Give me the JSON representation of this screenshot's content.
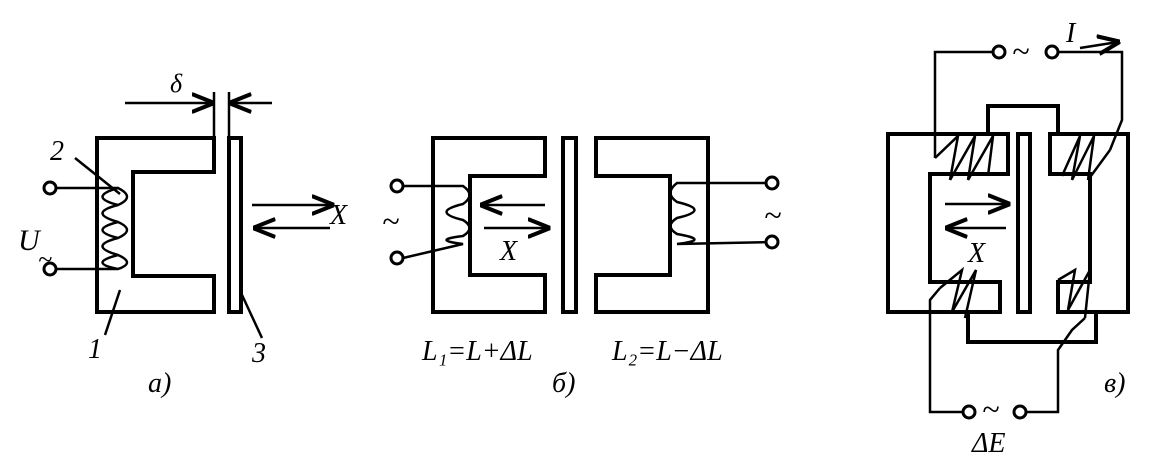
{
  "panel_a": {
    "gap": "δ",
    "source": "U",
    "source_tilde": "~",
    "num_core": "1",
    "num_coil": "2",
    "num_armature": "3",
    "motion": "X",
    "caption": "а)"
  },
  "panel_b": {
    "tilde_left": "~",
    "tilde_right": "~",
    "motion": "X",
    "eq_1": "L₁=L+ΔL",
    "eq_2": "L₂=L−ΔL",
    "caption": "б)"
  },
  "panel_c": {
    "supply": "~",
    "current": "I",
    "motion": "X",
    "output_tilde": "~",
    "output": "ΔE",
    "caption": "в)"
  }
}
